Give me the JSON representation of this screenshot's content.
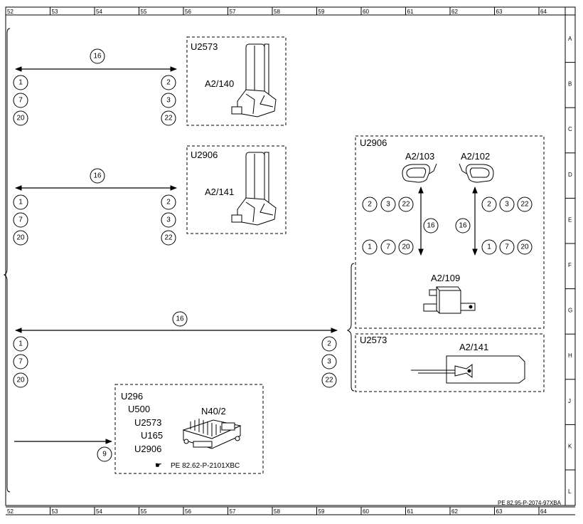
{
  "ruler": {
    "columns": [
      "52",
      "53",
      "54",
      "55",
      "56",
      "57",
      "58",
      "59",
      "60",
      "61",
      "62",
      "63",
      "64"
    ],
    "rows": [
      "A",
      "B",
      "C",
      "D",
      "E",
      "F",
      "G",
      "H",
      "J",
      "K",
      "L"
    ]
  },
  "footer_ref": "PE 82.95-P-2074-97XBA",
  "groups": {
    "g1": {
      "variant": "U2573",
      "component": "A2/140",
      "wire": "16",
      "left_pins": [
        "1",
        "7",
        "20"
      ],
      "right_pins": [
        "2",
        "3",
        "22"
      ]
    },
    "g2": {
      "variant": "U2906",
      "component": "A2/141",
      "wire": "16",
      "left_pins": [
        "1",
        "7",
        "20"
      ],
      "right_pins": [
        "2",
        "3",
        "22"
      ]
    },
    "g3": {
      "wire": "16",
      "left_pins": [
        "1",
        "7",
        "20"
      ],
      "right_pins": [
        "2",
        "3",
        "22"
      ]
    }
  },
  "right_box_u2906": {
    "variant": "U2906",
    "left_mirror": "A2/103",
    "right_mirror": "A2/102",
    "left_top_pins": [
      "2",
      "3",
      "22"
    ],
    "left_bottom_pins": [
      "1",
      "7",
      "20"
    ],
    "right_top_pins": [
      "2",
      "3",
      "22"
    ],
    "right_bottom_pins": [
      "1",
      "7",
      "20"
    ],
    "left_wire": "16",
    "right_wire": "16",
    "module": "A2/109"
  },
  "right_box_u2573": {
    "variant": "U2573",
    "component": "A2/141"
  },
  "n40_box": {
    "variants": [
      "U296",
      "U500",
      "U2573",
      "U165",
      "U2906"
    ],
    "component": "N40/2",
    "wire": "9",
    "link": "PE 82.62-P-2101XBC",
    "link_color": "#1a3fd0"
  }
}
